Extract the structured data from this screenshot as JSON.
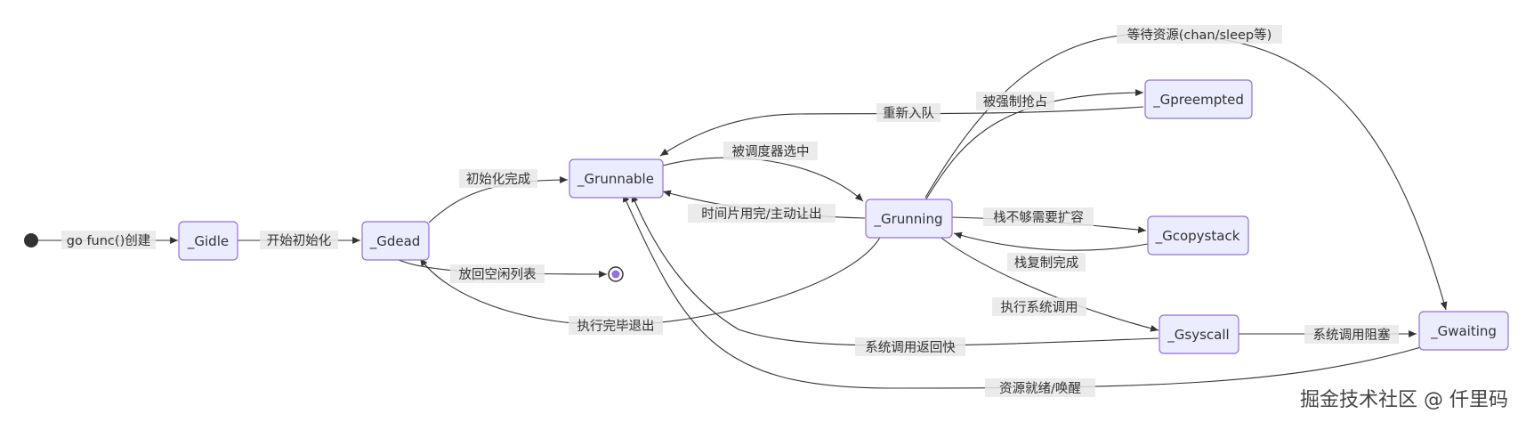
{
  "states": {
    "gidle": "_Gidle",
    "gdead": "_Gdead",
    "grunnable": "_Grunnable",
    "grunning": "_Grunning",
    "gpreempted": "_Gpreempted",
    "gcopystack": "_Gcopystack",
    "gsyscall": "_Gsyscall",
    "gwaiting": "_Gwaiting"
  },
  "transitions": {
    "start_to_gidle": "go func()创建",
    "gidle_to_gdead": "开始初始化",
    "gdead_to_grunnable": "初始化完成",
    "gdead_to_end": "放回空闲列表",
    "grunnable_to_grunning": "被调度器选中",
    "grunning_to_grunnable": "时间片用完/主动让出",
    "grunning_to_gdead": "执行完毕退出",
    "grunning_to_gpreempted": "被强制抢占",
    "gpreempted_to_grunnable": "重新入队",
    "grunning_to_gcopystack": "栈不够需要扩容",
    "gcopystack_to_grunning": "栈复制完成",
    "grunning_to_gsyscall": "执行系统调用",
    "gsyscall_to_grunnable": "系统调用返回快",
    "gsyscall_to_gwaiting": "系统调用阻塞",
    "grunning_to_gwaiting": "等待资源(chan/sleep等)",
    "gwaiting_to_grunnable": "资源就绪/唤醒"
  },
  "watermark": "掘金技术社区 @ 仟里码",
  "colors": {
    "node_fill": "#ECECFF",
    "node_stroke": "#9370DB",
    "edge": "#333333",
    "label_bg": "#e8e8e8"
  }
}
